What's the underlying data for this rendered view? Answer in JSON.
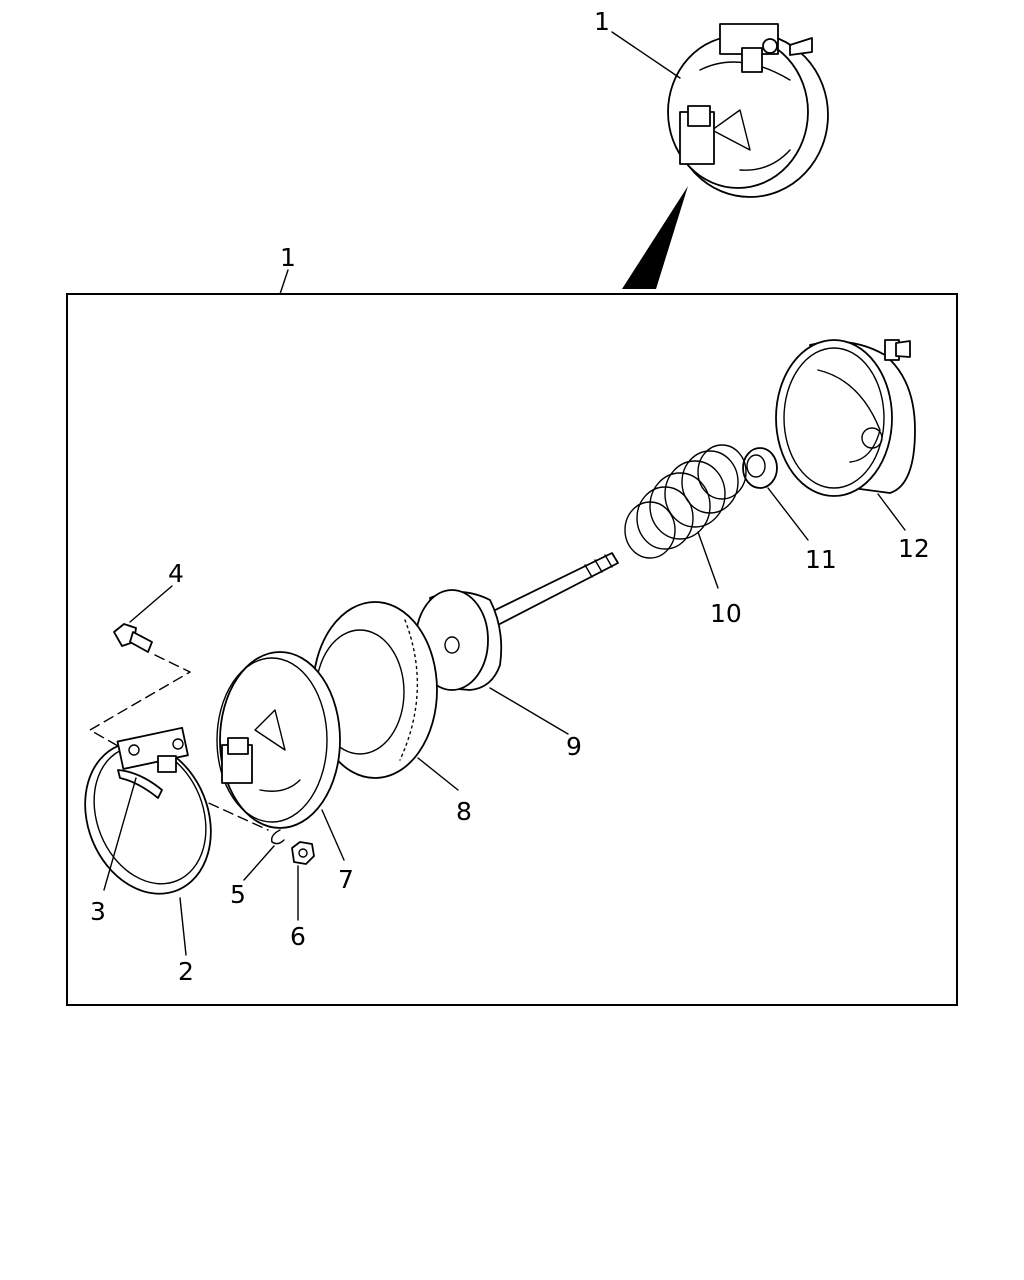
{
  "callouts": {
    "c1_top": "1",
    "c1_frame": "1",
    "c2": "2",
    "c3": "3",
    "c4": "4",
    "c5": "5",
    "c6": "6",
    "c7": "7",
    "c8": "8",
    "c9": "9",
    "c10": "10",
    "c11": "11",
    "c12": "12"
  }
}
